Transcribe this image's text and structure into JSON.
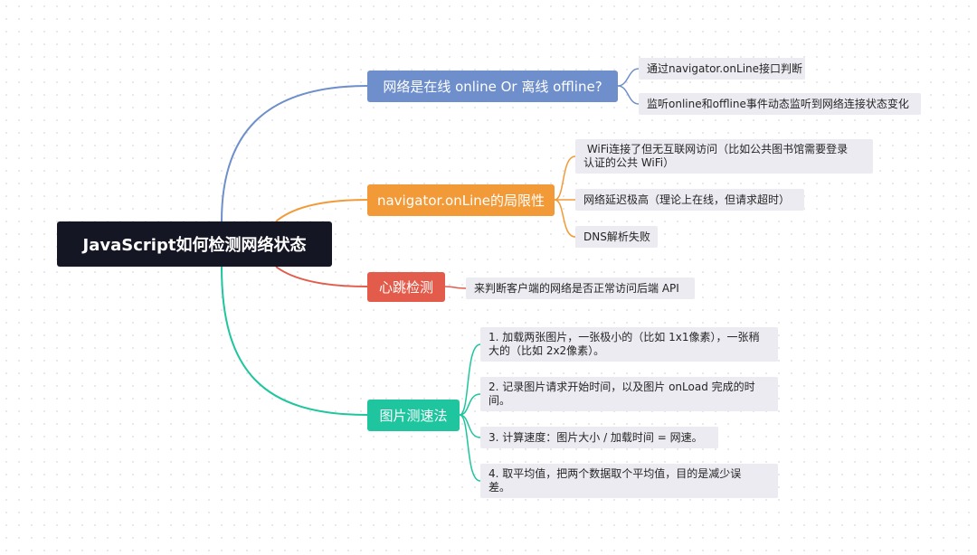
{
  "root": {
    "label": "JavaScript如何检测网络状态"
  },
  "branches": [
    {
      "label": "网络是在线 online Or 离线 offline?",
      "color": "#6e8fcb",
      "children": [
        {
          "lines": [
            "通过navigator.onLine接口判断"
          ]
        },
        {
          "lines": [
            "监听online和offline事件动态监听到网络连接状态变化"
          ]
        }
      ]
    },
    {
      "label": "navigator.onLine的局限性",
      "color": "#f29a38",
      "children": [
        {
          "lines": [
            " WiFi连接了但无互联网访问（比如公共图书馆需要登录",
            "认证的公共 WiFi）"
          ]
        },
        {
          "lines": [
            "网络延迟极高（理论上在线，但请求超时）"
          ]
        },
        {
          "lines": [
            "DNS解析失败"
          ]
        }
      ]
    },
    {
      "label": "心跳检测",
      "color": "#e35b4b",
      "children": [
        {
          "lines": [
            "来判断客户端的网络是否正常访问后端 API"
          ]
        }
      ]
    },
    {
      "label": "图片测速法",
      "color": "#1ec59e",
      "children": [
        {
          "lines": [
            "1. 加载两张图片，一张极小的（比如 1x1像素），一张稍",
            "大的（比如 2x2像素）。"
          ]
        },
        {
          "lines": [
            "2. 记录图片请求开始时间，以及图片 onLoad 完成的时",
            "间。"
          ]
        },
        {
          "lines": [
            "3. 计算速度：图片大小 / 加载时间 = 网速。"
          ]
        },
        {
          "lines": [
            "4. 取平均值，把两个数据取个平均值，目的是减少误",
            "差。"
          ]
        }
      ]
    }
  ]
}
